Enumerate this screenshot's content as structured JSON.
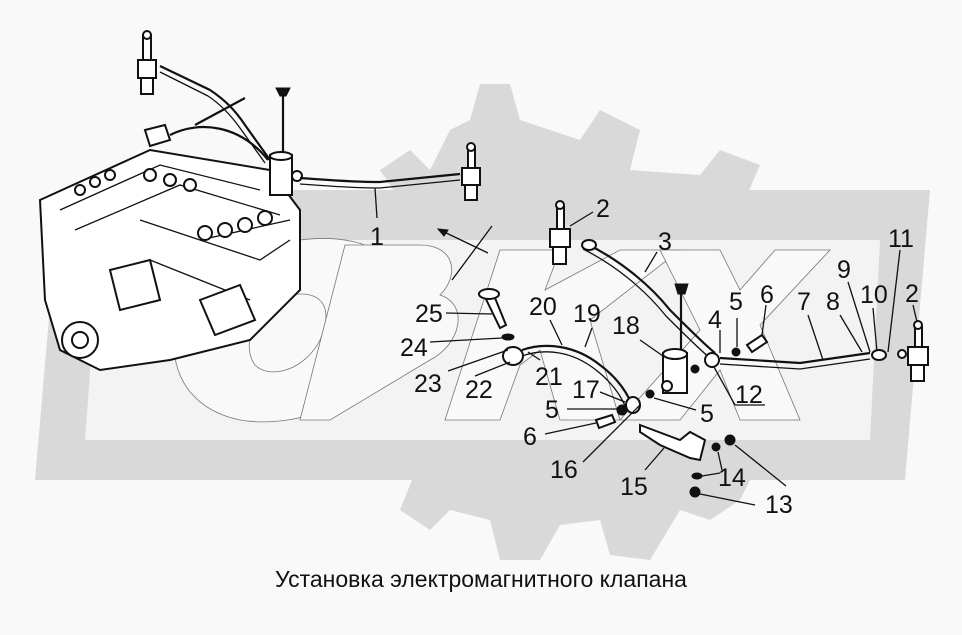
{
  "title": "Установка электромагнитного клапана",
  "watermark": {
    "text": "ОВК",
    "gear_color": "#d9d9d9",
    "letter_fill": "#f7f7f7"
  },
  "callouts": [
    {
      "id": "c1",
      "label": "1"
    },
    {
      "id": "c2a",
      "label": "2"
    },
    {
      "id": "c2b",
      "label": "2"
    },
    {
      "id": "c3",
      "label": "3"
    },
    {
      "id": "c4",
      "label": "4"
    },
    {
      "id": "c5a",
      "label": "5"
    },
    {
      "id": "c5b",
      "label": "5"
    },
    {
      "id": "c5c",
      "label": "5"
    },
    {
      "id": "c6a",
      "label": "6"
    },
    {
      "id": "c6b",
      "label": "6"
    },
    {
      "id": "c7",
      "label": "7"
    },
    {
      "id": "c8",
      "label": "8"
    },
    {
      "id": "c9",
      "label": "9"
    },
    {
      "id": "c10",
      "label": "10"
    },
    {
      "id": "c11",
      "label": "11"
    },
    {
      "id": "c12",
      "label": "12"
    },
    {
      "id": "c13",
      "label": "13"
    },
    {
      "id": "c14",
      "label": "14"
    },
    {
      "id": "c15",
      "label": "15"
    },
    {
      "id": "c16",
      "label": "16"
    },
    {
      "id": "c17",
      "label": "17"
    },
    {
      "id": "c18",
      "label": "18"
    },
    {
      "id": "c19",
      "label": "19"
    },
    {
      "id": "c20",
      "label": "20"
    },
    {
      "id": "c21",
      "label": "21"
    },
    {
      "id": "c22",
      "label": "22"
    },
    {
      "id": "c23",
      "label": "23"
    },
    {
      "id": "c24",
      "label": "24"
    },
    {
      "id": "c25",
      "label": "25"
    }
  ]
}
